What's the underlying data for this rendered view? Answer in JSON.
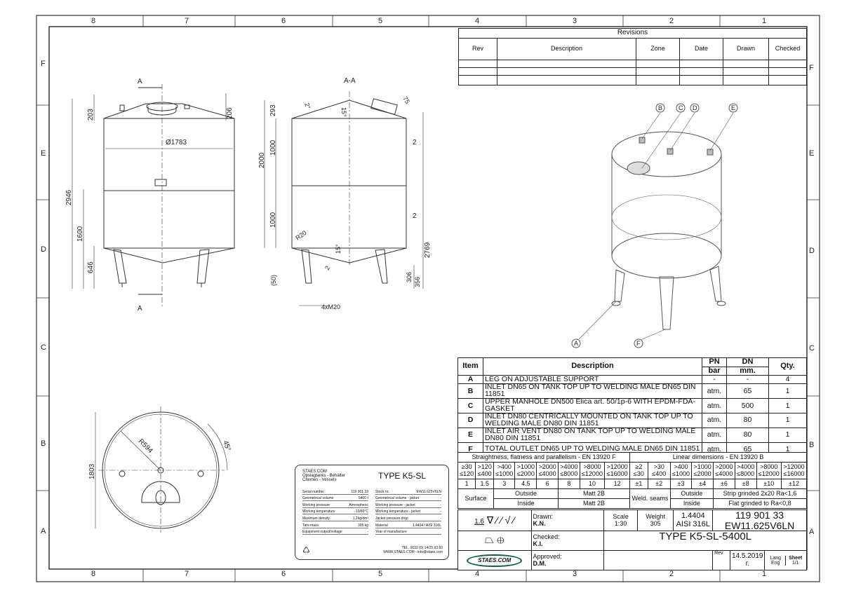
{
  "frame": {
    "columns": [
      "8",
      "7",
      "6",
      "5",
      "4",
      "3",
      "2",
      "1"
    ],
    "rows": [
      "F",
      "E",
      "D",
      "C",
      "B",
      "A"
    ]
  },
  "revisions": {
    "title": "Revisions",
    "headers": [
      "Rev",
      "Description",
      "Zone",
      "Date",
      "Drawn",
      "Checked"
    ]
  },
  "front_view": {
    "section_label": "A",
    "dims": {
      "d1": "203",
      "d2": "206",
      "dia": "Ø1783",
      "h_total": "2946",
      "h_mid": "1600",
      "h_leg": "646"
    }
  },
  "section_view": {
    "title": "A-A",
    "dims": {
      "h_top": "293",
      "h_upper": "1000",
      "h_body": "2000",
      "h_lower": "1000",
      "h_total": "2769",
      "h_306": "306",
      "h_356": "356",
      "h_50": "(50)",
      "thread": "4xM20",
      "radius": "R20",
      "angle1": "15°",
      "angle2": "15°",
      "angle3": "2°",
      "t1": "2",
      "t2": "2",
      "t3": "2",
      "w75": "75"
    }
  },
  "top_view": {
    "dims": {
      "dia": "1803",
      "radius": "R594",
      "angle": "45°"
    }
  },
  "iso_callouts": [
    "A",
    "B",
    "C",
    "D",
    "E",
    "F"
  ],
  "parts": {
    "headers": {
      "item": "Item",
      "description": "Description",
      "pn": "PN",
      "pn_unit": "bar",
      "dn": "DN",
      "dn_unit": "mm.",
      "qty": "Qty."
    },
    "rows": [
      {
        "item": "A",
        "description": "LEG ON ADJUSTABLE SUPPORT",
        "pn": "-",
        "dn": "-",
        "qty": "4"
      },
      {
        "item": "B",
        "description": "INLET DN65 ON TANK TOP UP TO WELDING MALE DN65 DIN 11851",
        "pn": "atm.",
        "dn": "65",
        "qty": "1"
      },
      {
        "item": "C",
        "description": "UPPER MANHOLE DN500 Elica art. 50/1p-6 WITH EPDM-FDA-GASKET",
        "pn": "atm.",
        "dn": "500",
        "qty": "1"
      },
      {
        "item": "D",
        "description": "INLET DN80 CENTRICALLY MOUNTED ON TANK TOP UP TO WELDING MALE DN80 DIN 11851",
        "pn": "atm.",
        "dn": "80",
        "qty": "1"
      },
      {
        "item": "E",
        "description": "INLET AIR VENT DN80 ON TANK TOP UP TO WELDING MALE DN80 DIN 11851",
        "pn": "atm.",
        "dn": "80",
        "qty": "1"
      },
      {
        "item": "F",
        "description": "TOTAL OUTLET DN65 UP TO WELDING MALE DN65 DIN 11851",
        "pn": "atm.",
        "dn": "65",
        "qty": "1"
      }
    ]
  },
  "tolerances": {
    "straightness_title": "Straightness, flatness and parallelism - EN 13920 F",
    "linear_title": "Linear dimensions - EN 13920 B",
    "straightness_ranges": [
      [
        "≥30",
        "≤120"
      ],
      [
        ">120",
        "≤400"
      ],
      [
        ">400",
        "≤1000"
      ],
      [
        ">1000",
        "≤2000"
      ],
      [
        ">2000",
        "≤4000"
      ],
      [
        ">4000",
        "≤8000"
      ],
      [
        ">8000",
        "≤12000"
      ],
      [
        ">12000",
        "≤16000"
      ]
    ],
    "straightness_values": [
      "1",
      "1.5",
      "3",
      "4.5",
      "6",
      "8",
      "10",
      "12"
    ],
    "linear_ranges": [
      [
        "≥2",
        "≤30"
      ],
      [
        ">30",
        "≤400"
      ],
      [
        ">400",
        "≤1000"
      ],
      [
        ">1000",
        "≤2000"
      ],
      [
        ">2000",
        "≤4000"
      ],
      [
        ">4000",
        "≤8000"
      ],
      [
        ">8000",
        "≤12000"
      ],
      [
        ">12000",
        "≤16000"
      ]
    ],
    "linear_values": [
      "±1",
      "±2",
      "±3",
      "±4",
      "±6",
      "±8",
      "±10",
      "±12"
    ]
  },
  "surface": {
    "label": "Surface",
    "outside": "Outside",
    "inside": "Inside",
    "outside_val": "Matt 2B",
    "inside_val": "Matt 2B",
    "weld_label": "Weld. seams",
    "weld_outside": "Outside",
    "weld_inside": "Inside",
    "weld_outside_val": "Strip grinded 2x20 Ra<1,6",
    "weld_inside_val": "Flat grinded to Ra<0,8"
  },
  "title_block": {
    "roughness": "1.6",
    "drawn_label": "Drawn:",
    "drawn": "K.N.",
    "checked_label": "Checked:",
    "checked": "K.I.",
    "approved_label": "Approved:",
    "approved": "D.M.",
    "scale_label": "Scale",
    "scale": "1:30",
    "weight_label": "Weight",
    "weight": "305",
    "material1": "1.4404",
    "material2": "AISI 316L",
    "number1": "119 901 33",
    "number2": "EW11.625V6LN",
    "type": "TYPE K5-SL-5400L",
    "rev_label": "Rev",
    "date": "14.5.2019 г.",
    "lang_label": "Lang",
    "lang": "Eng",
    "sheet_label": "Sheet",
    "sheet": "1/1",
    "logo": "STAES.COM"
  },
  "nameplate": {
    "company": "STAES.COM",
    "sub1": "Opslagtanks - Behälter",
    "sub2": "Citernes - Vessels",
    "type": "TYPE K5-SL",
    "left": [
      [
        "Serial number",
        "119 901 33"
      ],
      [
        "Geometrical volume",
        "5400 ℓ"
      ],
      [
        "Working pressure",
        "Atmospheric"
      ],
      [
        "Working temperature",
        "-10/80°C"
      ],
      [
        "Maximum density",
        "1,2kg/dm³"
      ],
      [
        "Tare mass",
        "305 kg"
      ],
      [
        "Equipment output/voltage",
        "-"
      ]
    ],
    "right": [
      [
        "Stock nr.",
        "EW11.625V6LN"
      ],
      [
        "Geometrical volume - jacket",
        "-"
      ],
      [
        "Working pressure - jacket",
        "-"
      ],
      [
        "Working temperature - jacket",
        "-"
      ],
      [
        "Jacket pressure drop",
        "-"
      ],
      [
        "Material",
        "1.4404 / AISI 316L"
      ],
      [
        "Year of manufacture",
        ""
      ]
    ],
    "tel": "TEL. 0032 (0) 14/25.93.60",
    "web": "WWW.STAES.COM - info@staes.com"
  }
}
